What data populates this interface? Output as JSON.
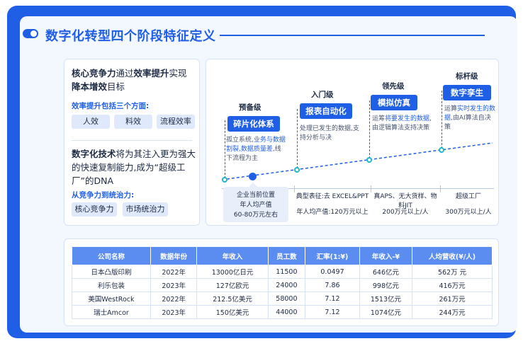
{
  "title": "数字化转型四个阶段特征定义",
  "left": {
    "para1_a": "核心竞争力",
    "para1_b": "通过",
    "para1_c": "效率提升",
    "para1_d": "实现",
    "para1_e": "降本增效",
    "para1_f": "目标",
    "sub1": "效率提升包括三个方面:",
    "chips1": [
      "人效",
      "料效",
      "流程效率"
    ],
    "para2_a": "数字化技术",
    "para2_b": "将为其注入更为强大的快速复制能力,成为“超级工厂”的DNA",
    "sub2": "从竞争力到统治力:",
    "chips2": [
      "核心竞争力",
      "市场统治力"
    ]
  },
  "stages": [
    {
      "level": "预备级",
      "name": "碎片化体系",
      "desc_a": "孤立系统,",
      "desc_hl": "业务与数据割裂,数据质量差",
      "desc_b": ",线下流程为主"
    },
    {
      "level": "入门级",
      "name": "报表自动化",
      "desc_a": "处理已发生的数据,支持分析与决",
      "desc_hl": "",
      "desc_b": ""
    },
    {
      "level": "领先级",
      "name": "模拟仿真",
      "desc_a": "运筹",
      "desc_hl": "将要发生的数据",
      "desc_b": ",由逻辑算法支持决策"
    },
    {
      "level": "标杆级",
      "name": "数字孪生",
      "desc_a": "运算",
      "desc_hl": "实时发生的数据",
      "desc_b": ",由AI算法自决策"
    }
  ],
  "timeline": {
    "bubble_l1": "企业当前位置",
    "bubble_l2": "年人均产值",
    "bubble_l3": "60-80万元左右",
    "seg1_top": "典型表征:去 EXCEL&PPT",
    "seg1_bottom": "年人均产值:120万元以上",
    "seg2_top": "真APS、无大货样、物料JIT",
    "seg2_bottom": "200万元以上/人",
    "seg3_top": "超级工厂",
    "seg3_bottom": "300万元以上/人"
  },
  "table": {
    "headers": [
      "公司名称",
      "数据年份",
      "年收入",
      "员工数",
      "汇率(1:¥)",
      "年收入-¥",
      "人均营收(¥/人)"
    ],
    "rows": [
      [
        "日本凸版印刷",
        "2022年",
        "13000亿日元",
        "11500",
        "0.0497",
        "646亿元",
        "562万 元"
      ],
      [
        "利乐包装",
        "2023年",
        "127亿欧元",
        "24000",
        "7.86",
        "998亿元",
        "416万元"
      ],
      [
        "美国WestRock",
        "2022年",
        "212.5亿美元",
        "58000",
        "7.12",
        "1513亿元",
        "261万元"
      ],
      [
        "瑞士Amcor",
        "2023年",
        "150亿美元",
        "44000",
        "7.12",
        "1074亿元",
        "244万元"
      ]
    ]
  },
  "colors": {
    "accent": "#1f5fe6",
    "header": "#5b8df0",
    "chip": "#dfe9fb"
  }
}
